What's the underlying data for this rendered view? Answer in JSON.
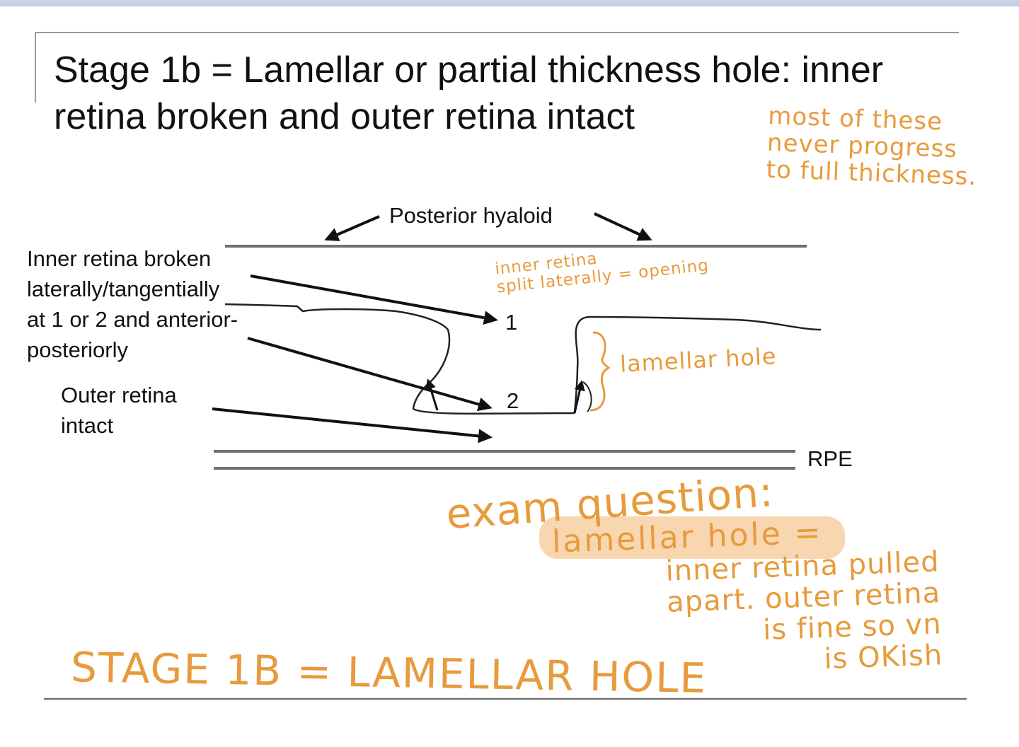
{
  "slide": {
    "title": "Stage 1b = Lamellar or partial thickness hole: inner retina broken and outer retina intact"
  },
  "labels": {
    "posterior_hyaloid": "Posterior hyaloid",
    "inner_retina_broken": "Inner retina broken\nlaterally/tangentially\nat 1 or 2 and anterior-\nposteriorly",
    "outer_retina_intact": "Outer retina\nintact",
    "marker_1": "1",
    "marker_2": "2",
    "rpe": "RPE"
  },
  "handwritten_notes": {
    "progress_note": "most of these\nnever progress\nto full thickness.",
    "split_note": "inner retina\nsplit laterally = opening",
    "lamellar_hole_label": "lamellar hole",
    "exam_question": "exam question:",
    "lamellar_hole_eq": "lamellar hole =",
    "exam_answer": "inner retina pulled\napart. outer retina\nis fine so vn\nis OKish",
    "stage_summary": "STAGE 1B = LAMELLAR HOLE"
  },
  "colors": {
    "annotation": "#e79b3c",
    "highlight": "#f6c896",
    "line": "#707070",
    "ink": "#111111"
  }
}
